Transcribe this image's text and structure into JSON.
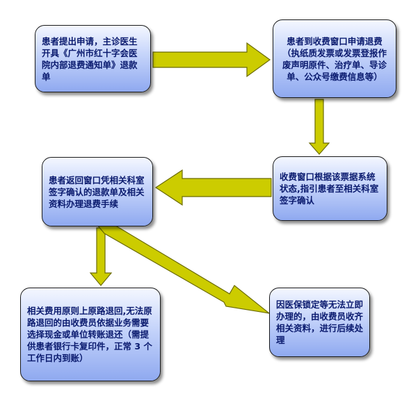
{
  "colors": {
    "arrow_fill": "#cccc00",
    "arrow_stroke": "#6b6b00",
    "box_text": "#0a1a6e",
    "box_gradient": [
      "#f4f7ff",
      "#8fa9f0"
    ]
  },
  "steps": {
    "apply": "患者提出申请，主诊医生开具《广州市红十字会医院内部退费通知单》退款单",
    "window_apply": "患者到收费窗口申请退费（执纸质发票或发票登报作废声明原件、治疗单、导诊单、公众号缴费信息等）",
    "window_check": "收费窗口根据该票据系统状态,指引患者至相关科室签字确认",
    "return_window": "患者返回窗口凭相关科室签字确认的退款单及相关资料办理退费手续",
    "refund_rule": "相关费用原则上原路退回,无法原路退回的由收费员依据业务需要选择现金或单位转账退还（需提供患者银行卡复印件，正常 3 个工作日内到账）",
    "insurance_lock": "因医保锁定等无法立即办理的，由收费员收齐相关资料，进行后续处理"
  }
}
